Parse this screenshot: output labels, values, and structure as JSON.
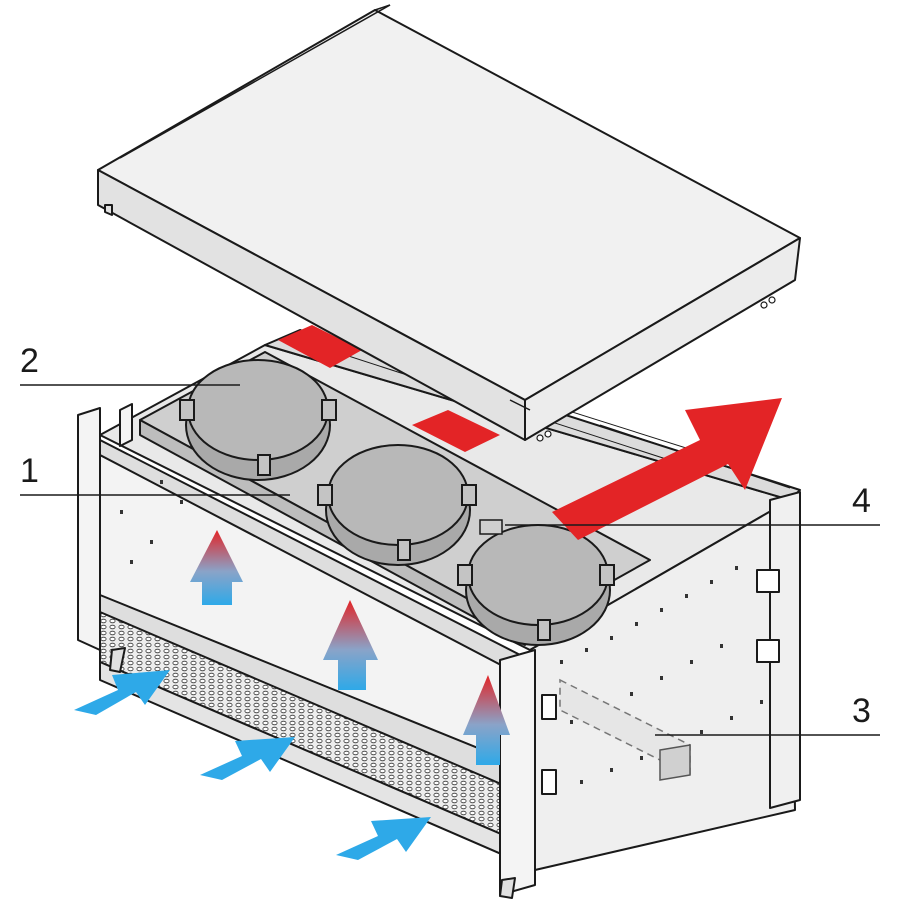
{
  "callouts": [
    {
      "id": "1",
      "label": "1"
    },
    {
      "id": "2",
      "label": "2"
    },
    {
      "id": "3",
      "label": "3"
    },
    {
      "id": "4",
      "label": "4"
    }
  ],
  "colors": {
    "hot_air": "#e32426",
    "cold_air": "#2ea9e8",
    "sheet_metal": "#f1f1f1",
    "fan": "#b5b5b5",
    "outline": "#1a1a1a"
  }
}
